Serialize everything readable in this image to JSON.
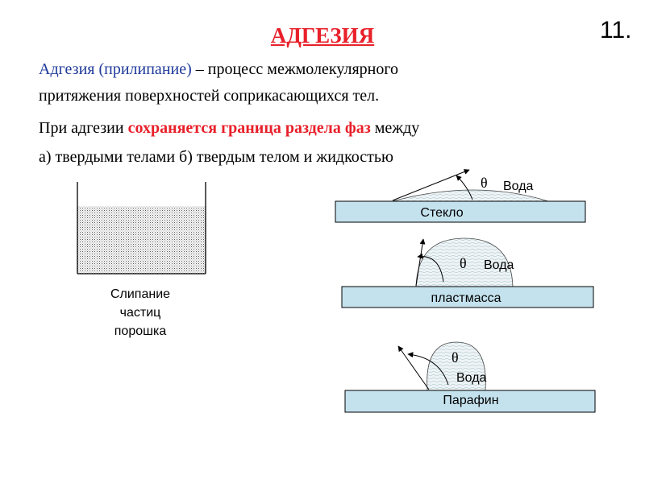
{
  "slide_number": "11.",
  "title": "АДГЕЗИЯ",
  "definition": {
    "term": "Адгезия (прилипание)",
    "rest_line1": " – процесс межмолекулярного",
    "line2": "притяжения  поверхностей соприкасающихся тел."
  },
  "statement": {
    "prefix": "При адгезии ",
    "highlight": "сохраняется граница раздела фаз",
    "suffix": " между"
  },
  "cases_line": "а) твердыми телами  б) твердым телом и жидкостью",
  "powder": {
    "caption_lines": [
      "Слипание",
      "частиц",
      "порошка"
    ]
  },
  "surfaces": [
    {
      "substrate": "Стекло",
      "liquid": "Вода",
      "angle_symbol": "θ"
    },
    {
      "substrate": "пластмасса",
      "liquid": "Вода",
      "angle_symbol": "θ"
    },
    {
      "substrate": "Парафин",
      "liquid": "Вода",
      "angle_symbol": "θ"
    }
  ],
  "colors": {
    "title": "#e8202a",
    "term": "#1f3a9a",
    "substrate_fill": "#c4e2ee",
    "droplet_fill": "#dde8ec"
  }
}
